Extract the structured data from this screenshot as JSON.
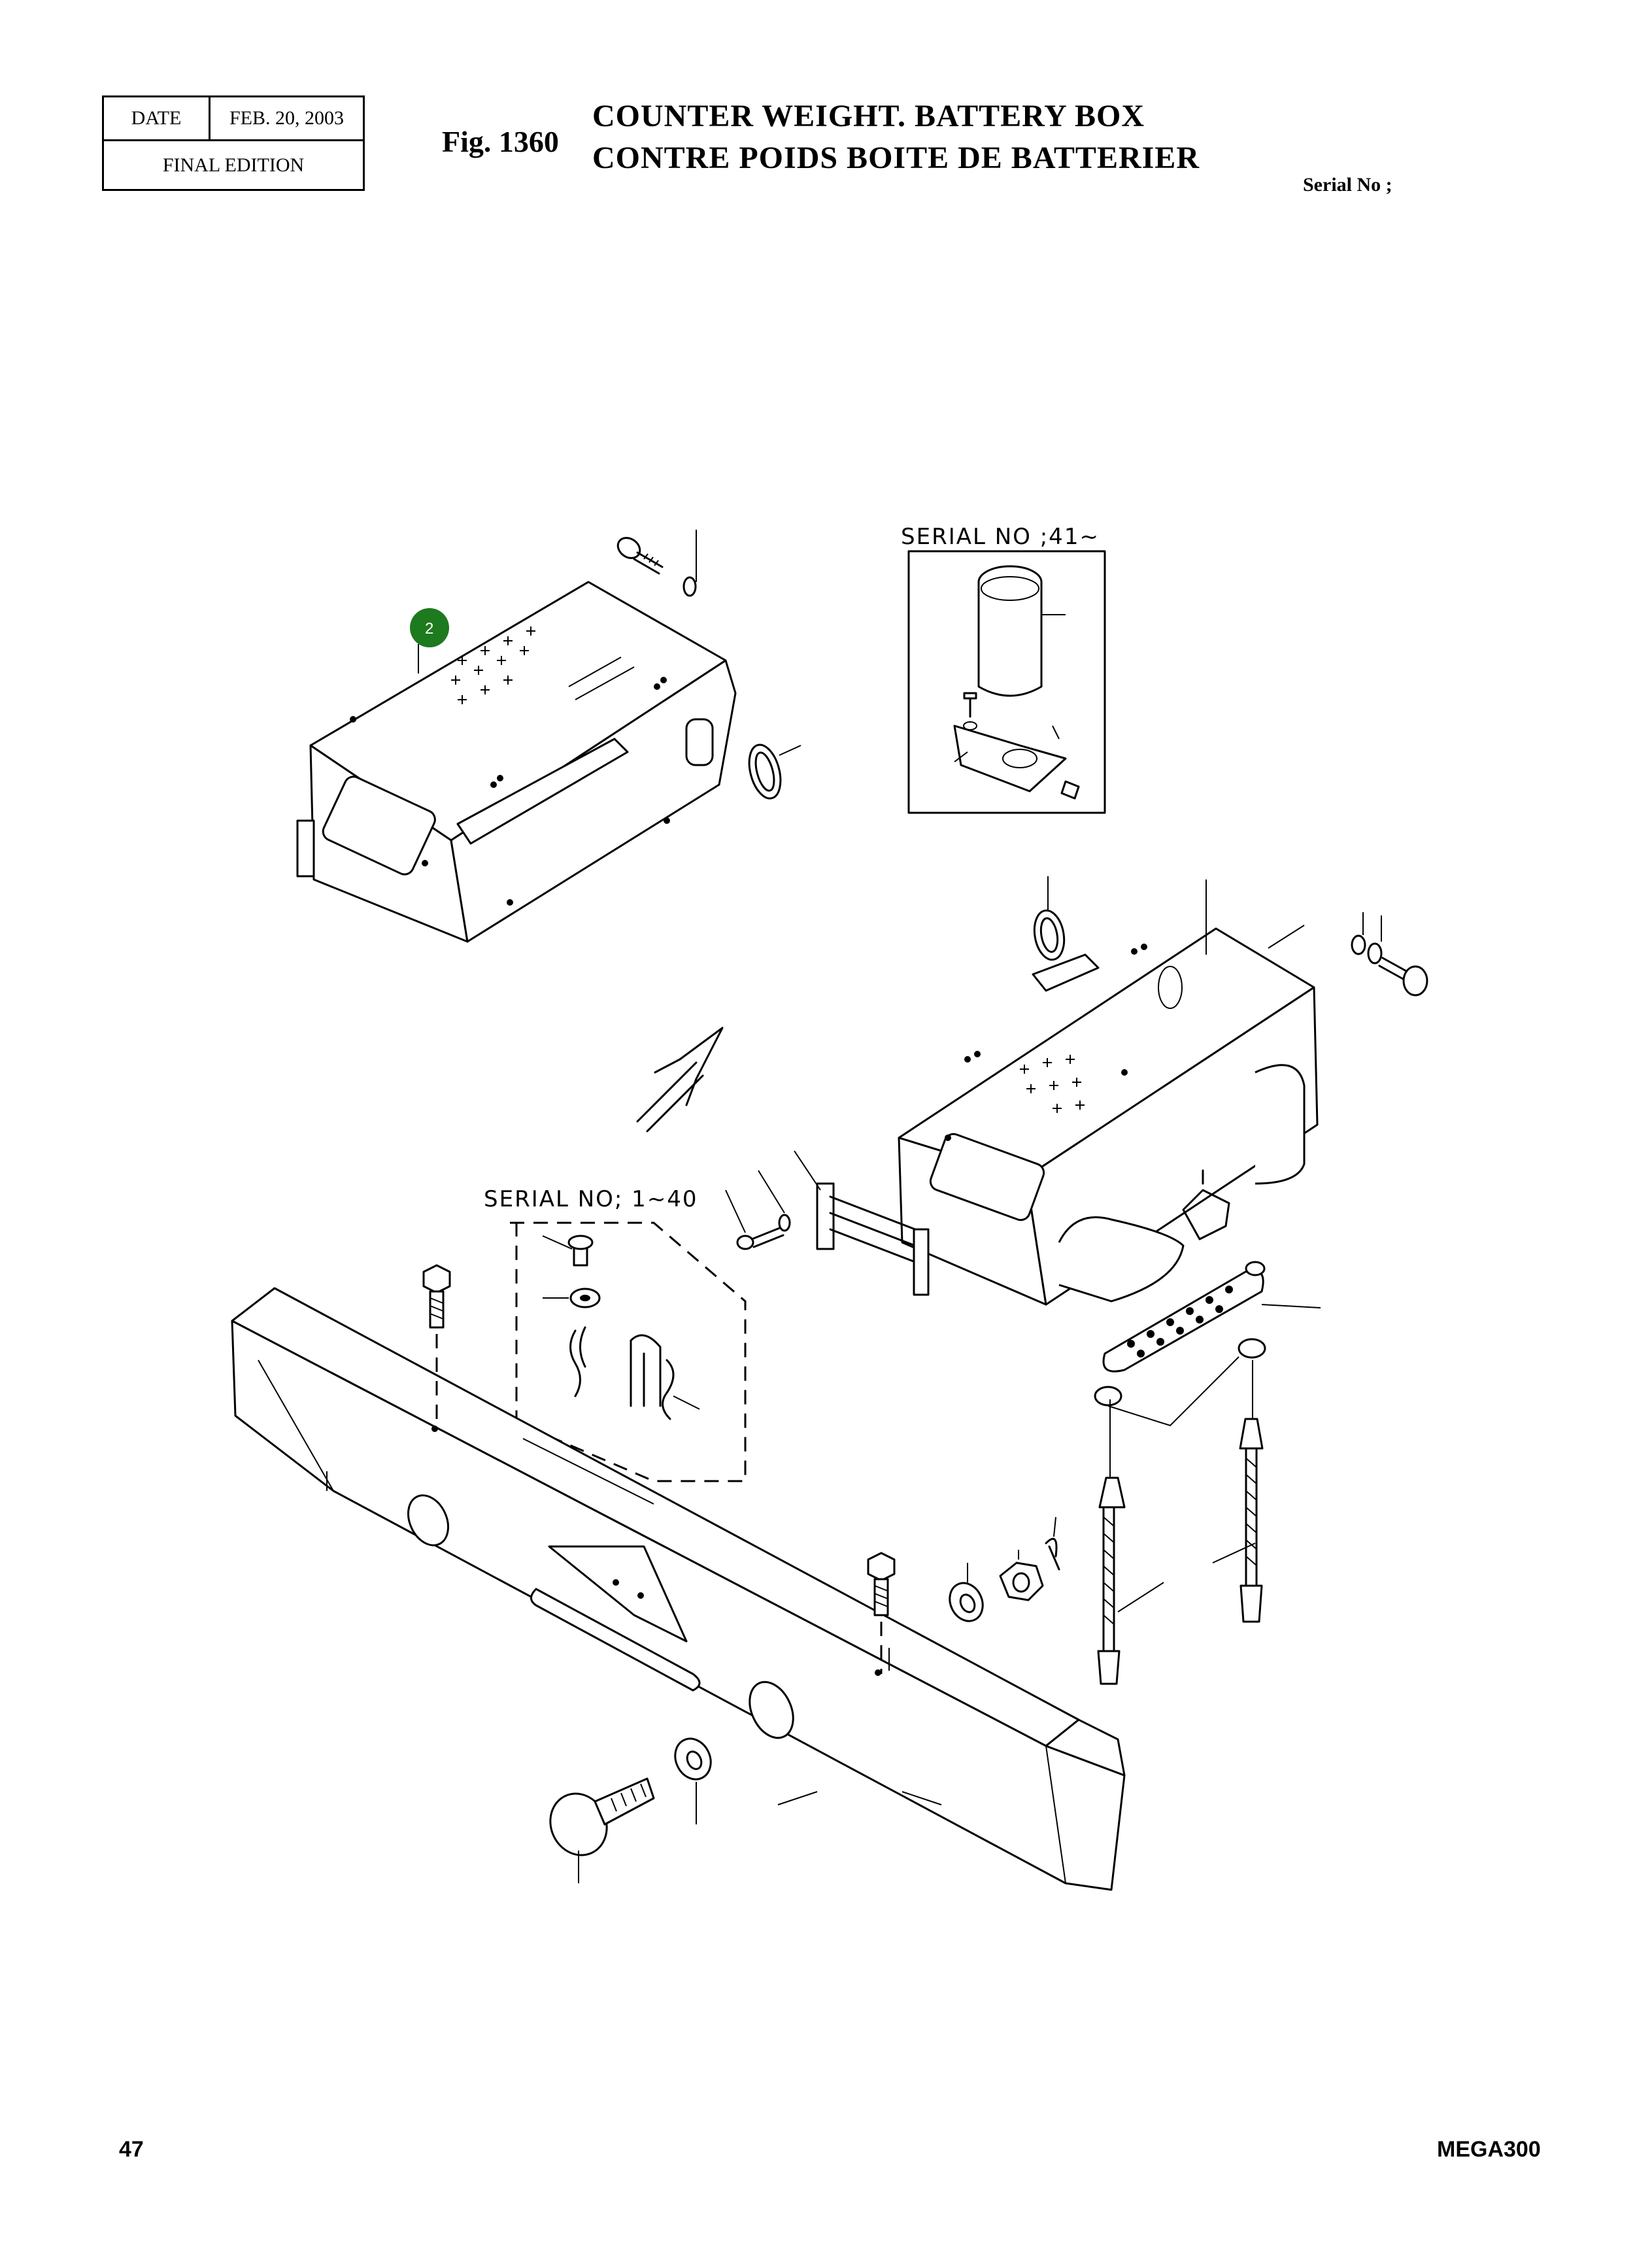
{
  "header": {
    "date_label": "DATE",
    "date_value": "FEB. 20, 2003",
    "edition": "FINAL EDITION"
  },
  "figure": {
    "number": "Fig. 1360",
    "title_en": "COUNTER WEIGHT. BATTERY BOX",
    "title_fr": "CONTRE POIDS BOITE DE BATTERIER",
    "serial_label": "Serial No ;"
  },
  "diagram": {
    "inset_upper_label": "SERIAL NO ;41~",
    "inset_lower_label": "SERIAL NO; 1~40",
    "callout": {
      "number": "2",
      "color": "#1e7a1e"
    },
    "icons": [
      "direction-arrow-icon",
      "bolt-icon",
      "washer-icon",
      "nut-icon",
      "cotter-pin-icon"
    ]
  },
  "footer": {
    "page_number": "47",
    "model": "MEGA300"
  }
}
